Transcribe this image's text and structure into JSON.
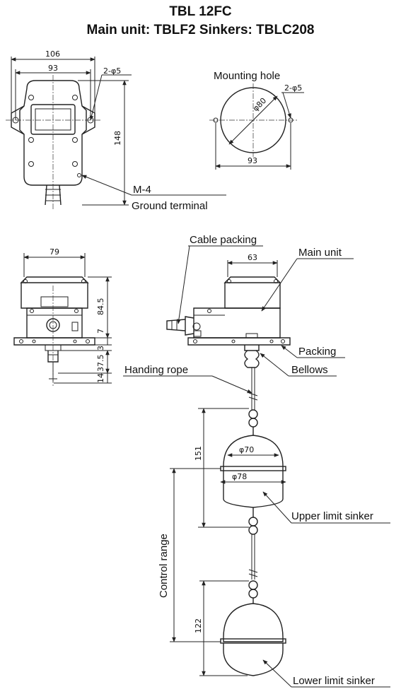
{
  "title": {
    "model": "TBL 12FC",
    "subtitle": "Main unit: TBLF2    Sinkers: TBLC208"
  },
  "front_view": {
    "width_outer": "106",
    "width_holes": "93",
    "hole_spec": "2-φ5",
    "height": "148",
    "ground_spec": "M-4",
    "ground_label": "Ground terminal"
  },
  "mounting_hole": {
    "title": "Mounting hole",
    "hole_spec": "2-φ5",
    "diameter": "φ80",
    "pitch": "93"
  },
  "side_view": {
    "width": "79",
    "height": "84.5",
    "dim_7": "7",
    "dim_3": "3",
    "dim_37_5": "37.5",
    "dim_14": "14"
  },
  "assembly": {
    "cable_packing": "Cable packing",
    "main_unit": "Main unit",
    "width": "63",
    "packing": "Packing",
    "bellows": "Bellows",
    "handing_rope": "Handing rope",
    "dim_151": "151",
    "dia_70": "φ70",
    "dia_78": "φ78",
    "upper_sinker": "Upper limit sinker",
    "control_range": "Control range",
    "dim_122": "122",
    "lower_sinker": "Lower limit sinker"
  }
}
